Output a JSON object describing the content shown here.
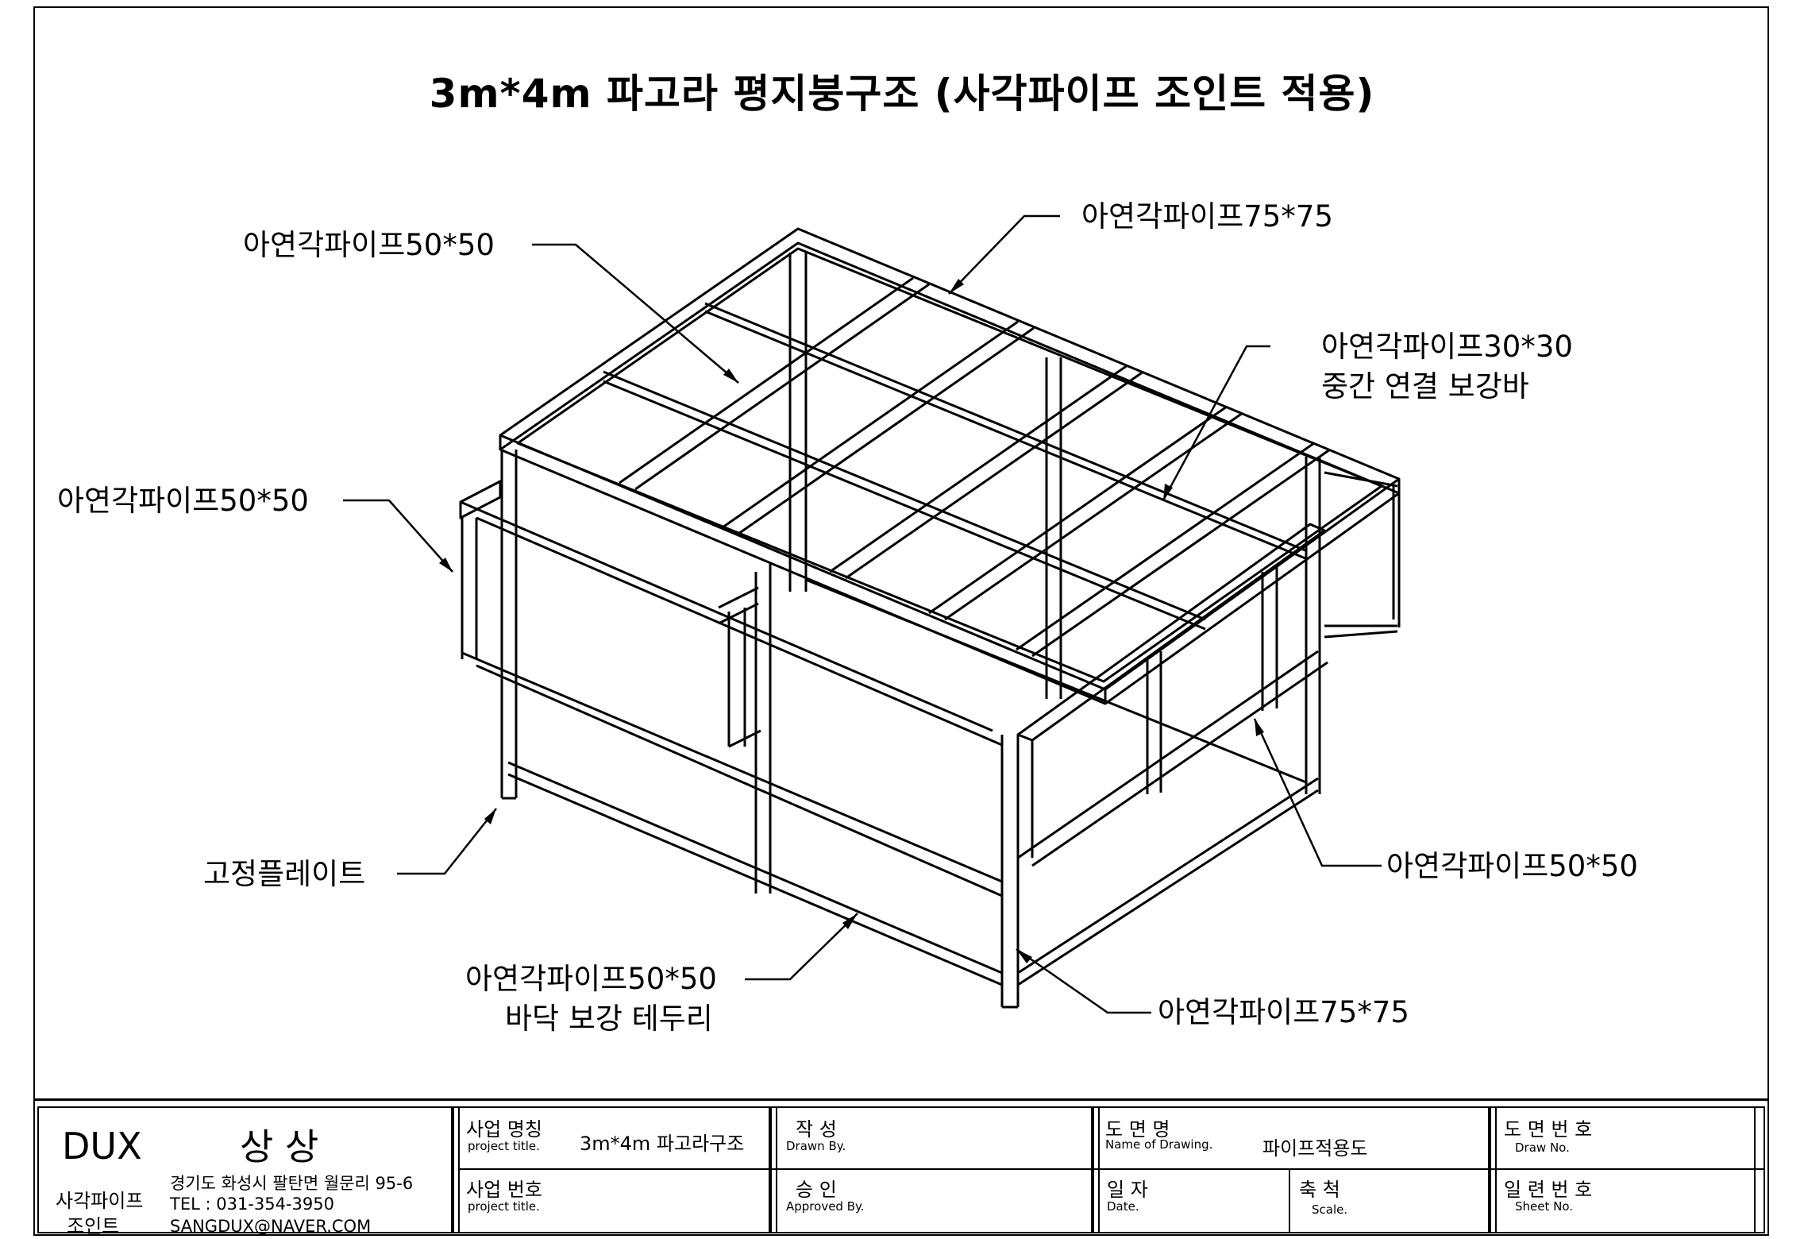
{
  "title": "3m*4m 파고라 평지붕구조 (사각파이프 조인트 적용)",
  "labels": {
    "roof_beam": "아연각파이프75*75",
    "roof_grid": "아연각파이프50*50",
    "side_frame": "아연각파이프50*50",
    "mid_bar_line1": "아연각파이프30*30",
    "mid_bar_line2": "중간 연결 보강바",
    "right_frame": "아연각파이프50*50",
    "fix_plate": "고정플레이트",
    "floor_line1": "아연각파이프50*50",
    "floor_line2": "바닥 보강 테두리",
    "corner_post": "아연각파이프75*75"
  },
  "title_block": {
    "company": {
      "brand": "DUX",
      "name": "상 상",
      "product_line1": "사각파이프",
      "product_line2": "조인트",
      "address": "경기도 화성시 팔탄면 월문리 95-6",
      "tel": "TEL : 031-354-3950",
      "email": "SANGDUX@NAVER.COM"
    },
    "project_name_kr": "사업 명칭",
    "project_name_en": "project title.",
    "project_name_value": "3m*4m 파고라구조",
    "project_no_kr": "사업 번호",
    "project_no_en": "project title.",
    "drawn_kr": "작 성",
    "drawn_en": "Drawn By.",
    "approved_kr": "승 인",
    "approved_en": "Approved By.",
    "drawing_name_kr": "도 면 명",
    "drawing_name_en": "Name of Drawing.",
    "drawing_name_value": "파이프적용도",
    "date_kr": "일 자",
    "date_en": "Date.",
    "scale_kr": "축 척",
    "scale_en": "Scale.",
    "draw_no_kr": "도 면 번 호",
    "draw_no_en": "Draw No.",
    "sheet_no_kr": "일 련 번 호",
    "sheet_no_en": "Sheet No."
  }
}
